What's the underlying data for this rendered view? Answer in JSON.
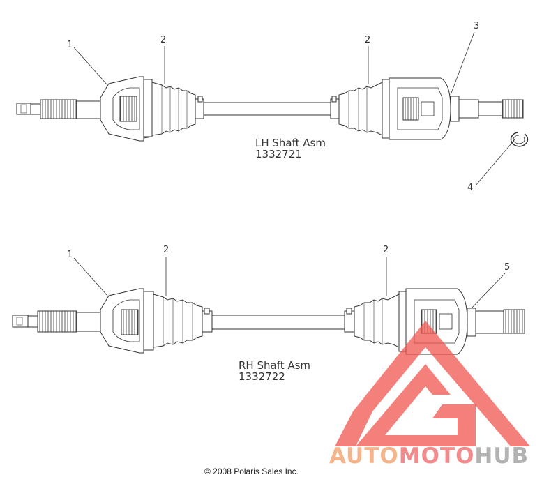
{
  "assemblies": [
    {
      "name": "LH Shaft Asm",
      "part_number": "1332721"
    },
    {
      "name": "RH Shaft Asm",
      "part_number": "1332722"
    }
  ],
  "callouts": {
    "lh": [
      "1",
      "2",
      "2",
      "3",
      "4"
    ],
    "rh": [
      "1",
      "2",
      "2",
      "5"
    ]
  },
  "copyright": "© 2008 Polaris Sales Inc.",
  "watermark": {
    "text_parts": [
      "AUTO",
      "MOTO",
      "HUB"
    ],
    "colors": {
      "auto": "#f5b58c",
      "moto": "#f28c8c",
      "hub": "#b3b3b3",
      "triangle": "#f0554f"
    }
  },
  "colors": {
    "line": "#333333",
    "fill": "#ffffff"
  }
}
